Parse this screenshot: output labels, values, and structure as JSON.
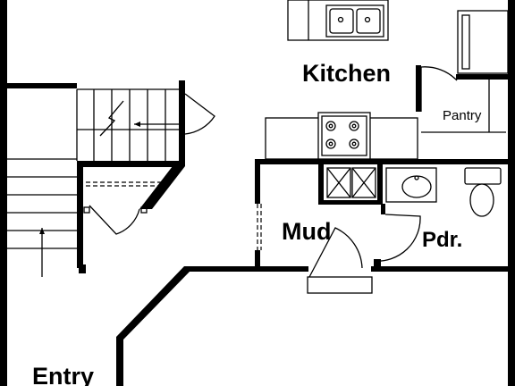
{
  "rooms": {
    "kitchen": "Kitchen",
    "pantry": "Pantry",
    "mud": "Mud",
    "powder": "Pdr.",
    "entry": "Entry"
  }
}
